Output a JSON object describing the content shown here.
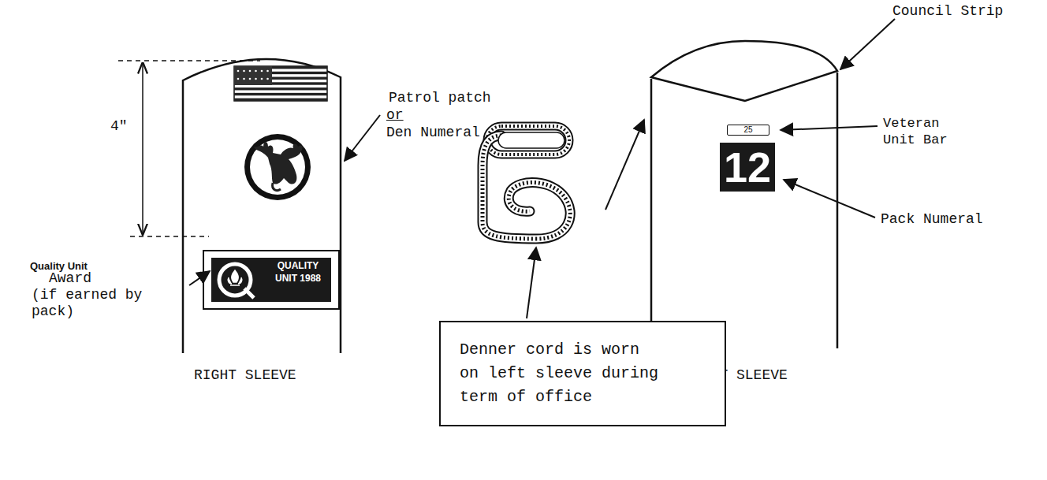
{
  "diagram": {
    "nodes": [
      {
        "text": [
          "QUALITY UNIT 1988"
        ]
      },
      {
        "text": [
          "25"
        ]
      },
      {
        "text": [
          "12"
        ]
      },
      {
        "text": [
          "Denner cord is worn on left sleeve during term of office"
        ]
      }
    ],
    "labels": [
      "4\"",
      "Patrol patch",
      "or",
      "Den Numeral",
      "Quality Unit",
      "Award",
      "(if earned by pack)",
      "RIGHT SLEEVE",
      "LEFT SLEEVE",
      "Council Strip",
      "Veteran Unit Bar",
      "Pack Numeral"
    ]
  }
}
